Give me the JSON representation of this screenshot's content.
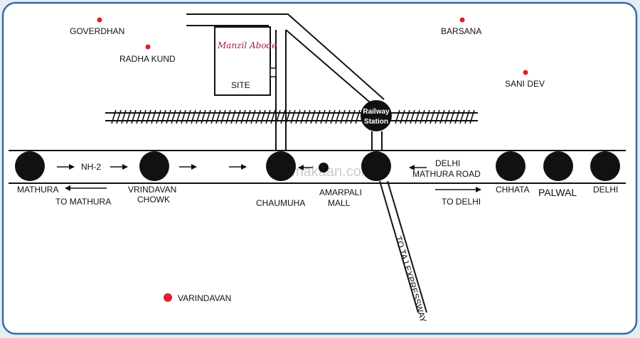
{
  "map": {
    "brand": "Manzil Abode",
    "site_label": "SITE",
    "watermark": "makaan.com",
    "railway_station": {
      "line1": "Railway",
      "line2": "Station"
    },
    "places": {
      "goverdhan": "GOVERDHAN",
      "radha_kund": "RADHA KUND",
      "barsana": "BARSANA",
      "sani_dev": "SANI DEV",
      "varindavan": "VARINDAVAN"
    },
    "road": {
      "nh2": "NH-2",
      "delhi_mathura_road_line1": "DELHI",
      "delhi_mathura_road_line2": "MATHURA ROAD",
      "to_mathura": "TO MATHURA",
      "to_delhi": "TO DELHI",
      "to_taj_expressway": "TO TAJ EXPRESSWAY"
    },
    "stops": {
      "mathura": "MATHURA",
      "vrindavan_line1": "VRINDAVAN",
      "vrindavan_line2": "CHOWK",
      "chaumuha": "CHAUMUHA",
      "amarpali_line1": "AMARPALI",
      "amarpali_line2": "MALL",
      "chhata": "CHHATA",
      "palwal": "PALWAL",
      "delhi": "DELHI"
    },
    "colors": {
      "background": "#ffffff",
      "frame": "#2f6fa8",
      "ink": "#111111",
      "marker_red": "#e01e2c",
      "brand": "#9b1b4a"
    }
  }
}
